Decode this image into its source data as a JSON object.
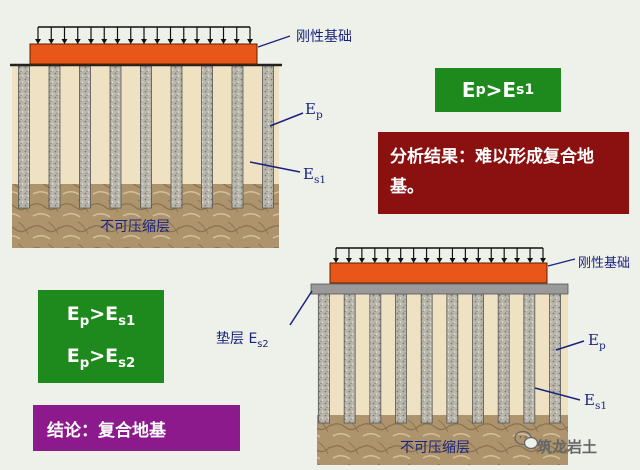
{
  "top": {
    "foundation_label": "刚性基础",
    "ep_label": "E",
    "ep_sub": "p",
    "es1_label": "E",
    "es1_sub": "s1",
    "soil_label": "不可压缩层",
    "compare_main": "E",
    "compare_sub_p": "p",
    "compare_gt": ">E",
    "compare_sub_s1": "s1",
    "result_text": "分析结果：难以形成复合地基。"
  },
  "bottom": {
    "foundation_label": "刚性基础",
    "cushion_label": "垫层 E",
    "cushion_sub": "s2",
    "ep_label": "E",
    "ep_sub": "p",
    "es1_label": "E",
    "es1_sub": "s1",
    "soil_label": "不可压缩层",
    "line1_e": "E",
    "line1_p": "p",
    "line1_gt": ">E",
    "line1_s": "s1",
    "line2_e": "E",
    "line2_p": "p",
    "line2_gt": ">E",
    "line2_s": "s2",
    "conclusion": "结论：复合地基"
  },
  "watermark": "筑龙岩土",
  "colors": {
    "green_box": "#1e8a1e",
    "red_box": "#8b1010",
    "purple_box": "#8c1a8c",
    "foundation": "#e8561a",
    "soil_upper": "#efe2c2",
    "soil_lower": "#b39a72",
    "label_blue": "#1a237e"
  }
}
